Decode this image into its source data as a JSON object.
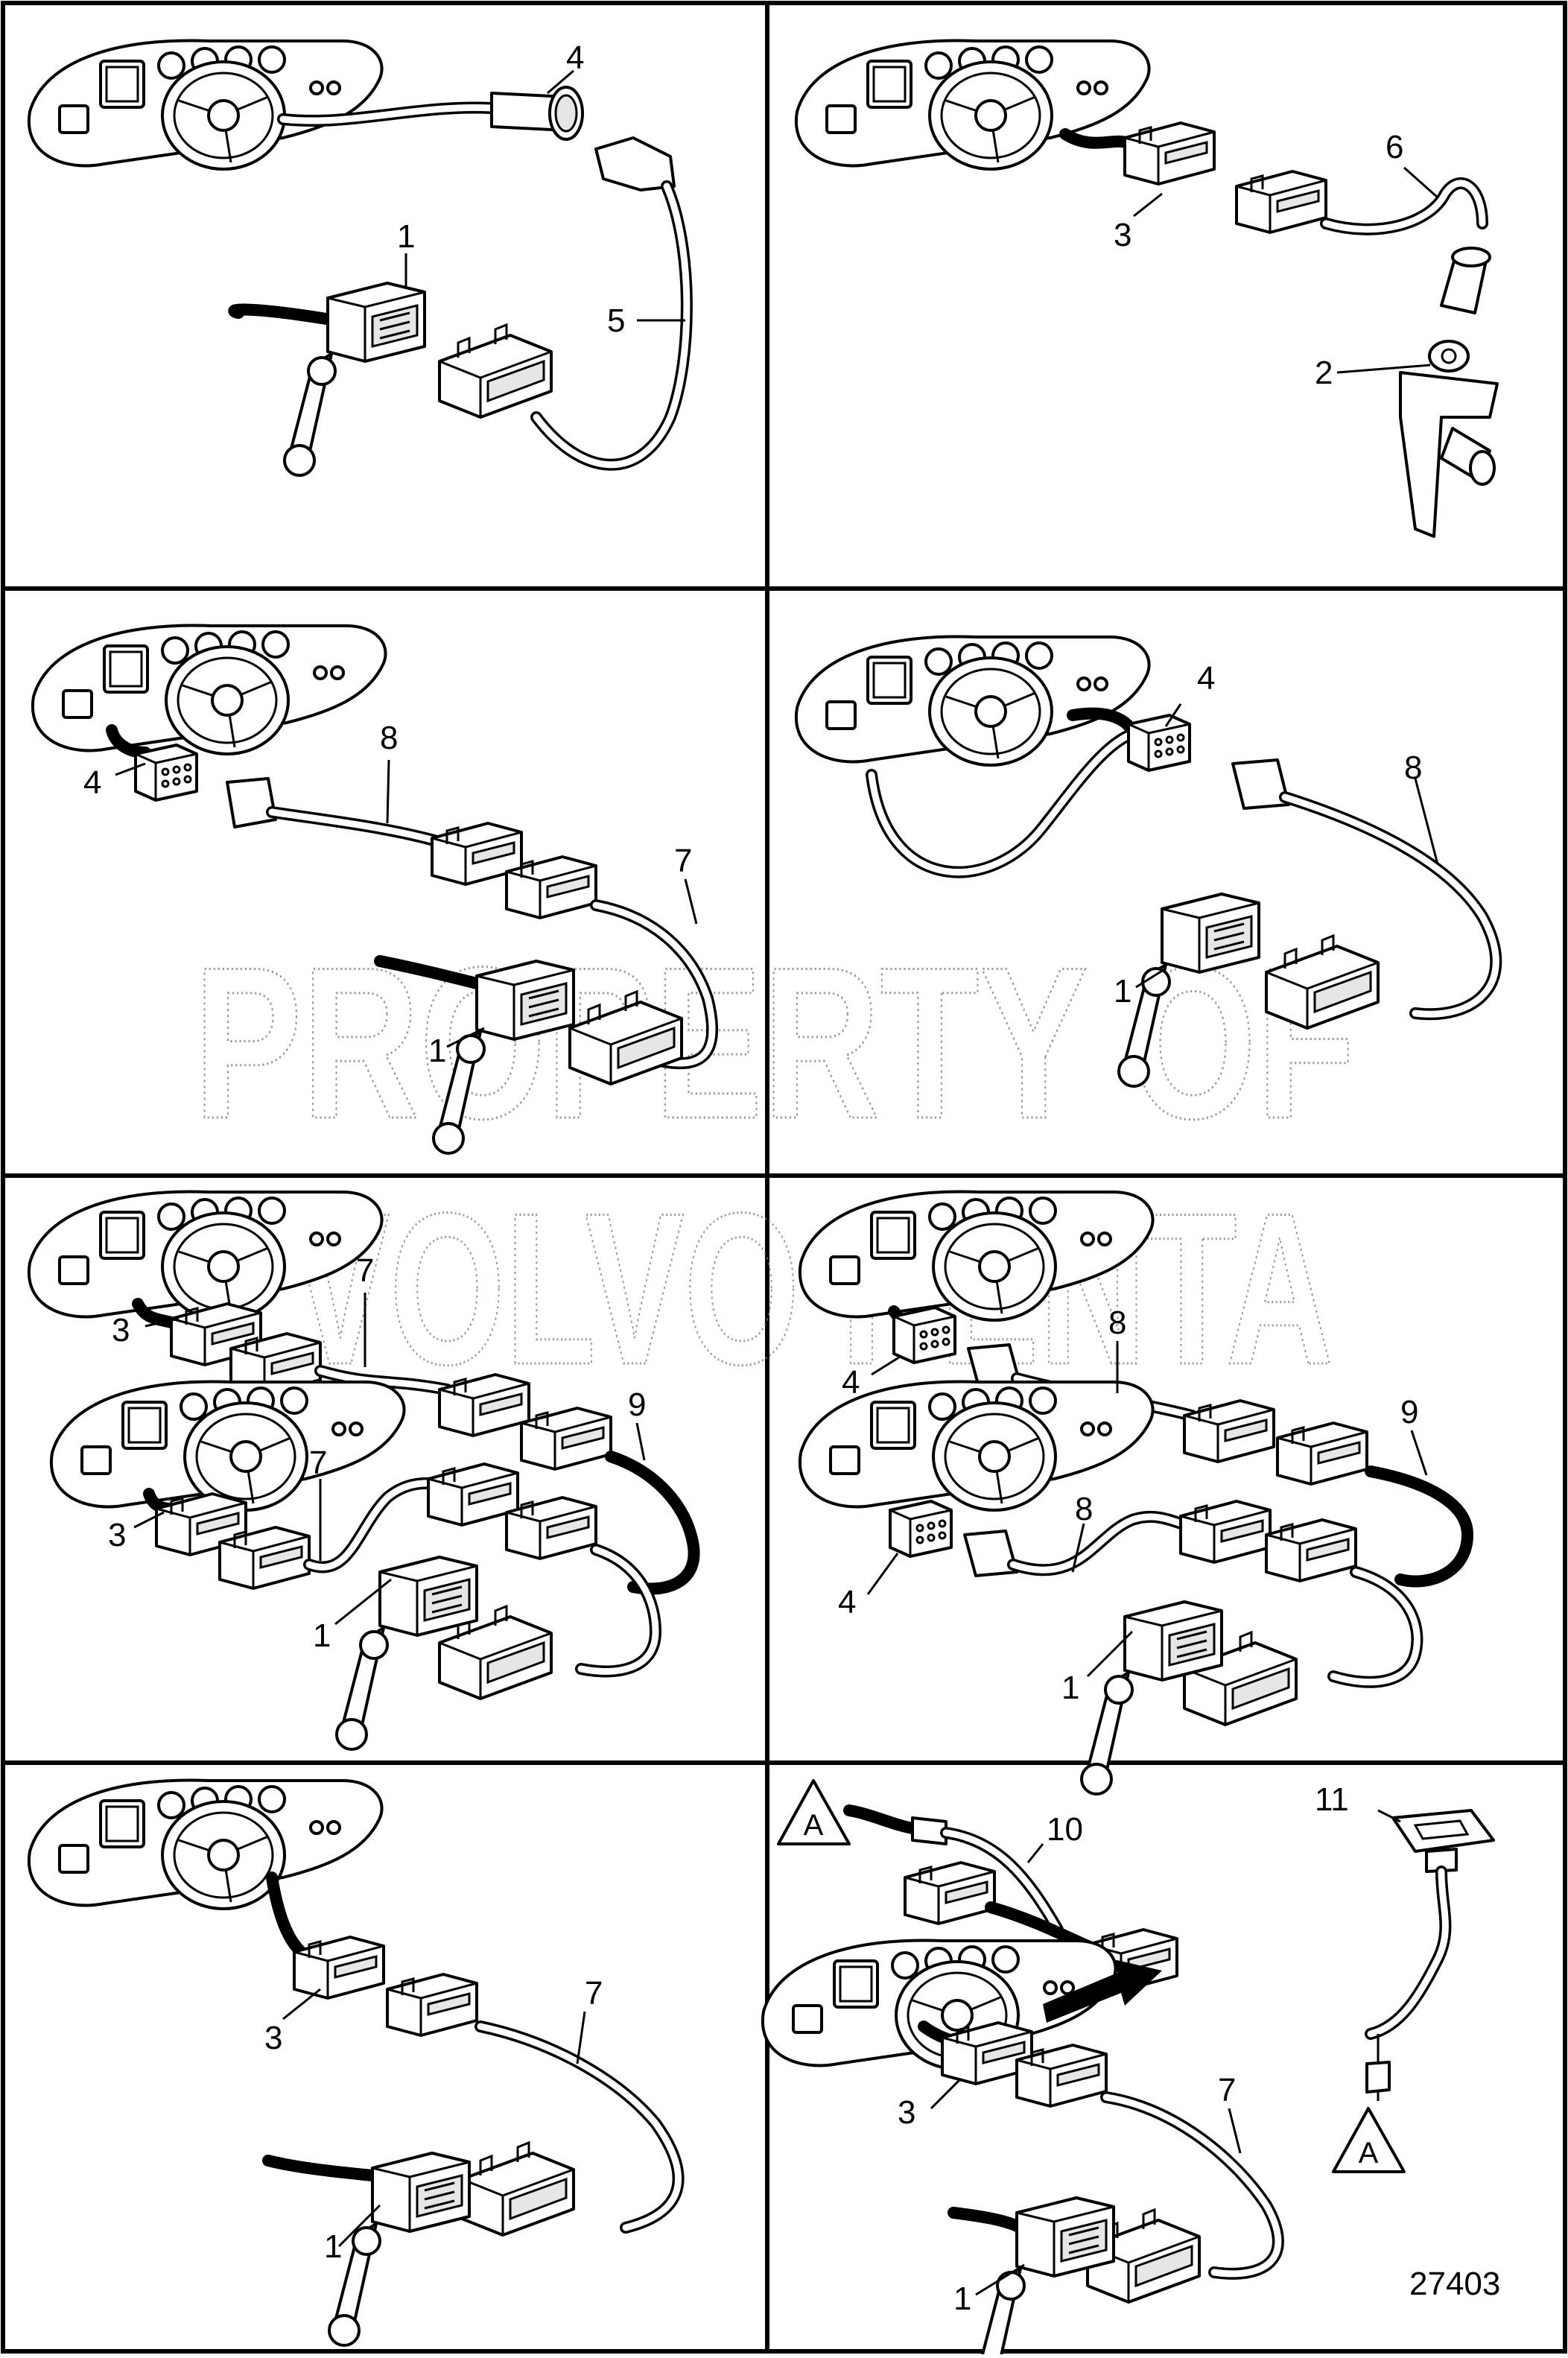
{
  "watermark": {
    "line1": "PROPERTY OF",
    "line2": "VOLVO PENTA"
  },
  "figure_number": "27403",
  "panels": [
    {
      "callouts": [
        "4",
        "1",
        "5"
      ]
    },
    {
      "callouts": [
        "6",
        "3",
        "2"
      ]
    },
    {
      "callouts": [
        "8",
        "4",
        "7",
        "1"
      ]
    },
    {
      "callouts": [
        "4",
        "8",
        "1"
      ]
    },
    {
      "callouts": [
        "7",
        "9",
        "3",
        "7",
        "3",
        "1"
      ]
    },
    {
      "callouts": [
        "8",
        "4",
        "9",
        "8",
        "4",
        "1"
      ]
    },
    {
      "callouts": [
        "7",
        "3",
        "1"
      ]
    },
    {
      "callouts": [
        "A",
        "10",
        "11",
        "3",
        "7",
        "1",
        "A"
      ]
    }
  ]
}
